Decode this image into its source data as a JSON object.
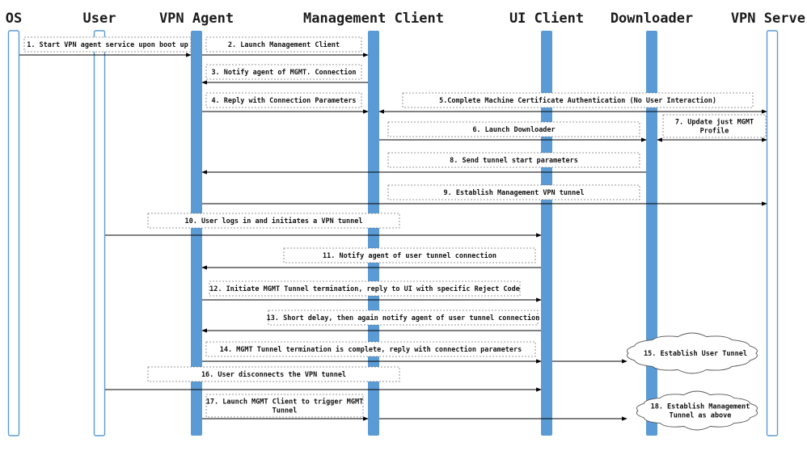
{
  "actors": [
    {
      "id": "os",
      "name": "OS",
      "style": "hollow"
    },
    {
      "id": "user",
      "name": "User",
      "style": "hollow"
    },
    {
      "id": "vpn_agent",
      "name": "VPN Agent",
      "style": "filled"
    },
    {
      "id": "mgmt_client",
      "name": "Management Client",
      "style": "filled"
    },
    {
      "id": "ui_client",
      "name": "UI Client",
      "style": "filled"
    },
    {
      "id": "downloader",
      "name": "Downloader",
      "style": "filled"
    },
    {
      "id": "vpn_server",
      "name": "VPN Server",
      "style": "hollow"
    }
  ],
  "messages": [
    {
      "n": 1,
      "lines": [
        "1. Start VPN agent service upon boot up"
      ],
      "from": "os",
      "to": "vpn_agent"
    },
    {
      "n": 2,
      "lines": [
        "2. Launch Management Client"
      ],
      "from": "vpn_agent",
      "to": "mgmt_client"
    },
    {
      "n": 3,
      "lines": [
        "3. Notify agent of MGMT. Connection"
      ],
      "from": "mgmt_client",
      "to": "vpn_agent"
    },
    {
      "n": 4,
      "lines": [
        "4. Reply with Connection Parameters"
      ],
      "from": "vpn_agent",
      "to": "mgmt_client"
    },
    {
      "n": 5,
      "lines": [
        "5.Complete Machine Certificate Authentication (No User Interaction)"
      ],
      "from": "mgmt_client",
      "to": "vpn_server",
      "bidirectional": true
    },
    {
      "n": 6,
      "lines": [
        "6. Launch Downloader"
      ],
      "from": "mgmt_client",
      "to": "downloader"
    },
    {
      "n": 7,
      "lines": [
        "7. Update just MGMT",
        "Profile"
      ],
      "from": "downloader",
      "to": "vpn_server",
      "bidirectional": true
    },
    {
      "n": 8,
      "lines": [
        "8. Send tunnel start parameters"
      ],
      "from": "downloader",
      "to": "vpn_agent"
    },
    {
      "n": 9,
      "lines": [
        "9. Establish Management VPN tunnel"
      ],
      "from": "vpn_agent",
      "to": "vpn_server"
    },
    {
      "n": 10,
      "lines": [
        "10. User logs in and initiates a VPN tunnel"
      ],
      "from": "user",
      "to": "ui_client"
    },
    {
      "n": 11,
      "lines": [
        "11. Notify agent of user tunnel connection"
      ],
      "from": "ui_client",
      "to": "vpn_agent"
    },
    {
      "n": 12,
      "lines": [
        "12. Initiate MGMT Tunnel termination, reply to UI with specific Reject Code"
      ],
      "from": "vpn_agent",
      "to": "ui_client"
    },
    {
      "n": 13,
      "lines": [
        "13. Short delay, then again notify agent of user tunnel connection"
      ],
      "from": "ui_client",
      "to": "vpn_agent"
    },
    {
      "n": 14,
      "lines": [
        "14. MGMT Tunnel termination is complete, reply with connection parameters"
      ],
      "from": "vpn_agent",
      "to": "ui_client"
    },
    {
      "n": 15,
      "lines": [
        "15. Establish User Tunnel"
      ],
      "from": "ui_client",
      "to": "cloud_15"
    },
    {
      "n": 16,
      "lines": [
        "16. User disconnects the VPN tunnel"
      ],
      "from": "user",
      "to": "ui_client"
    },
    {
      "n": 17,
      "lines": [
        "17. Launch MGMT Client to trigger MGMT",
        "Tunnel"
      ],
      "from": "vpn_agent",
      "to": "mgmt_client"
    },
    {
      "n": 18,
      "lines": [
        "18. Establish Management",
        "Tunnel as above"
      ],
      "from": "mgmt_client",
      "to": "cloud_18"
    }
  ],
  "colors": {
    "lifeline_fill": "#5b9bd5",
    "lifeline_hollow": "#ffffff",
    "lifeline_stroke": "#5b9bd5",
    "arrow": "#000000"
  }
}
